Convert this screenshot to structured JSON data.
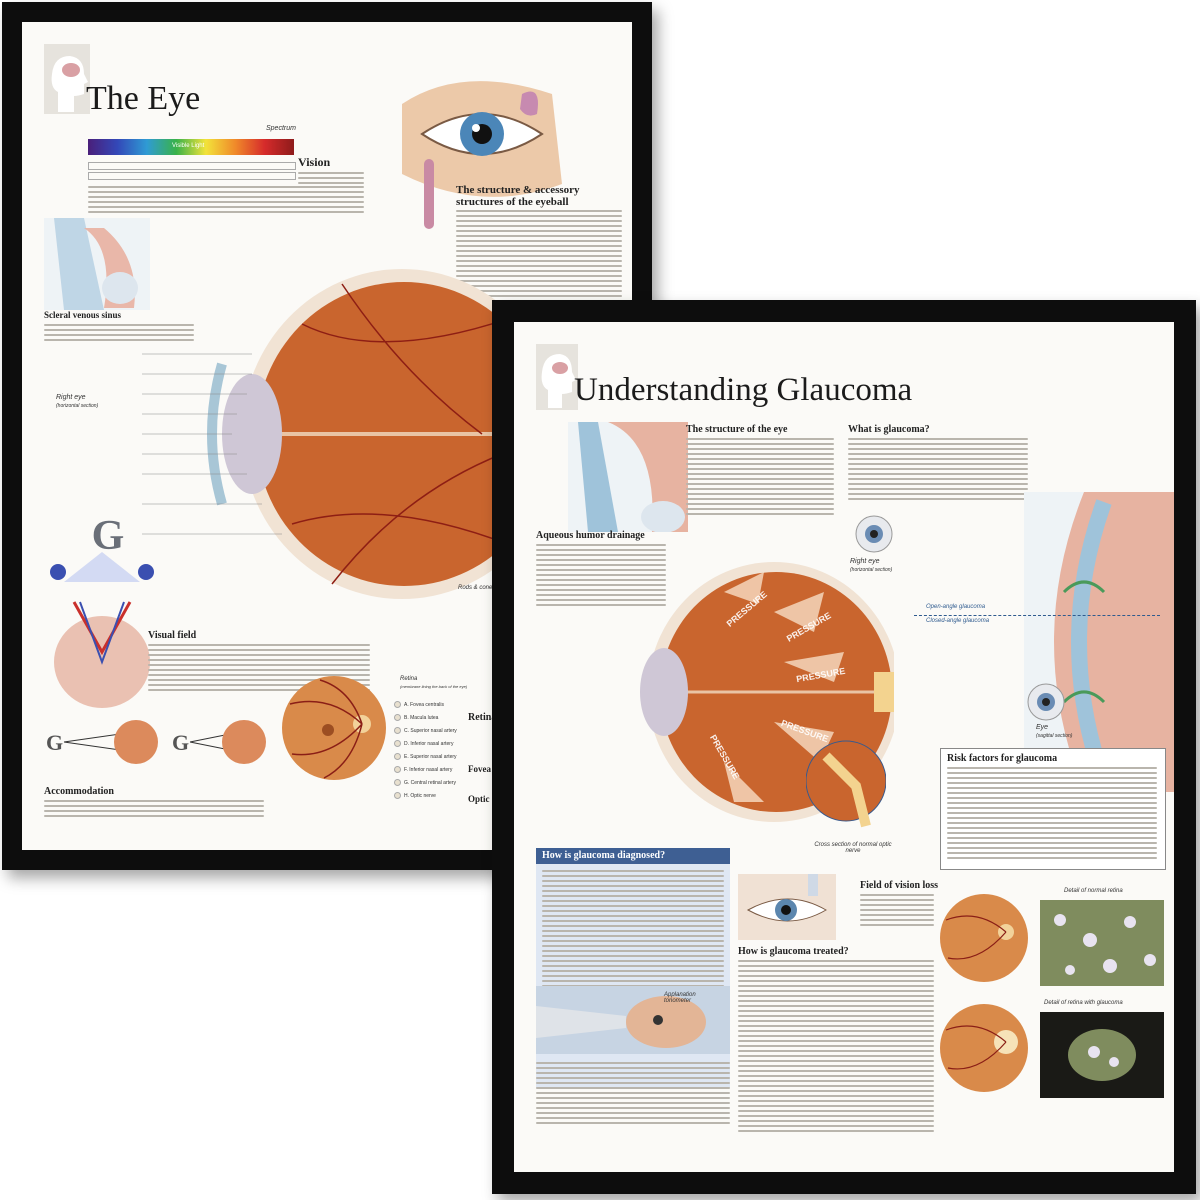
{
  "poster1": {
    "title": "The Eye",
    "spectrum": {
      "label": "Spectrum",
      "visible": "Visible Light"
    },
    "headings": {
      "vision": "Vision",
      "structure": "The structure & accessory structures of the eyeball",
      "scleral": "Scleral venous sinus",
      "visual_field": "Visual field",
      "accommodation": "Accommodation",
      "retina": "Retina",
      "fovea": "Fovea centr",
      "optic": "Optic dis"
    },
    "labels": {
      "right_eye": "Right eye",
      "horizontal": "(horizontal section)",
      "rods_cones": "Rods & cones",
      "retina_caption": "Retina",
      "retina_sub": "(membrane lining the back of the eye)"
    },
    "retina_legend": [
      "A. Fovea centralis",
      "B. Macula lutea",
      "C. Superior nasal artery",
      "D. Inferior nasal artery",
      "E. Superior nasal artery",
      "F. Inferior nasal artery",
      "G. Central retinal artery",
      "H. Optic nerve"
    ]
  },
  "poster2": {
    "title": "Understanding Glaucoma",
    "headings": {
      "structure": "The structure of the eye",
      "what": "What is glaucoma?",
      "aqueous": "Aqueous humor drainage",
      "risk": "Risk factors for glaucoma",
      "diagnosed": "How is glaucoma diagnosed?",
      "treated": "How is glaucoma treated?",
      "field": "Field of vision loss"
    },
    "labels": {
      "right_eye": "Right eye",
      "horizontal": "(horizontal section)",
      "open_angle": "Open-angle glaucoma",
      "closed_angle": "Closed-angle glaucoma",
      "eye_sagittal": "Eye",
      "sagittal": "(sagittal section)",
      "cross_section": "Cross section of normal optic nerve",
      "applanation": "Applanation tonometer",
      "normal_retina": "Detail of normal retina",
      "glaucoma_retina": "Detail of retina with glaucoma",
      "pressure": "PRESSURE"
    }
  },
  "colors": {
    "frame": "#0d0d0d",
    "paper": "#fbfaf7",
    "eye_orange": "#c9652e",
    "title_blue": "#3a5a8c"
  }
}
